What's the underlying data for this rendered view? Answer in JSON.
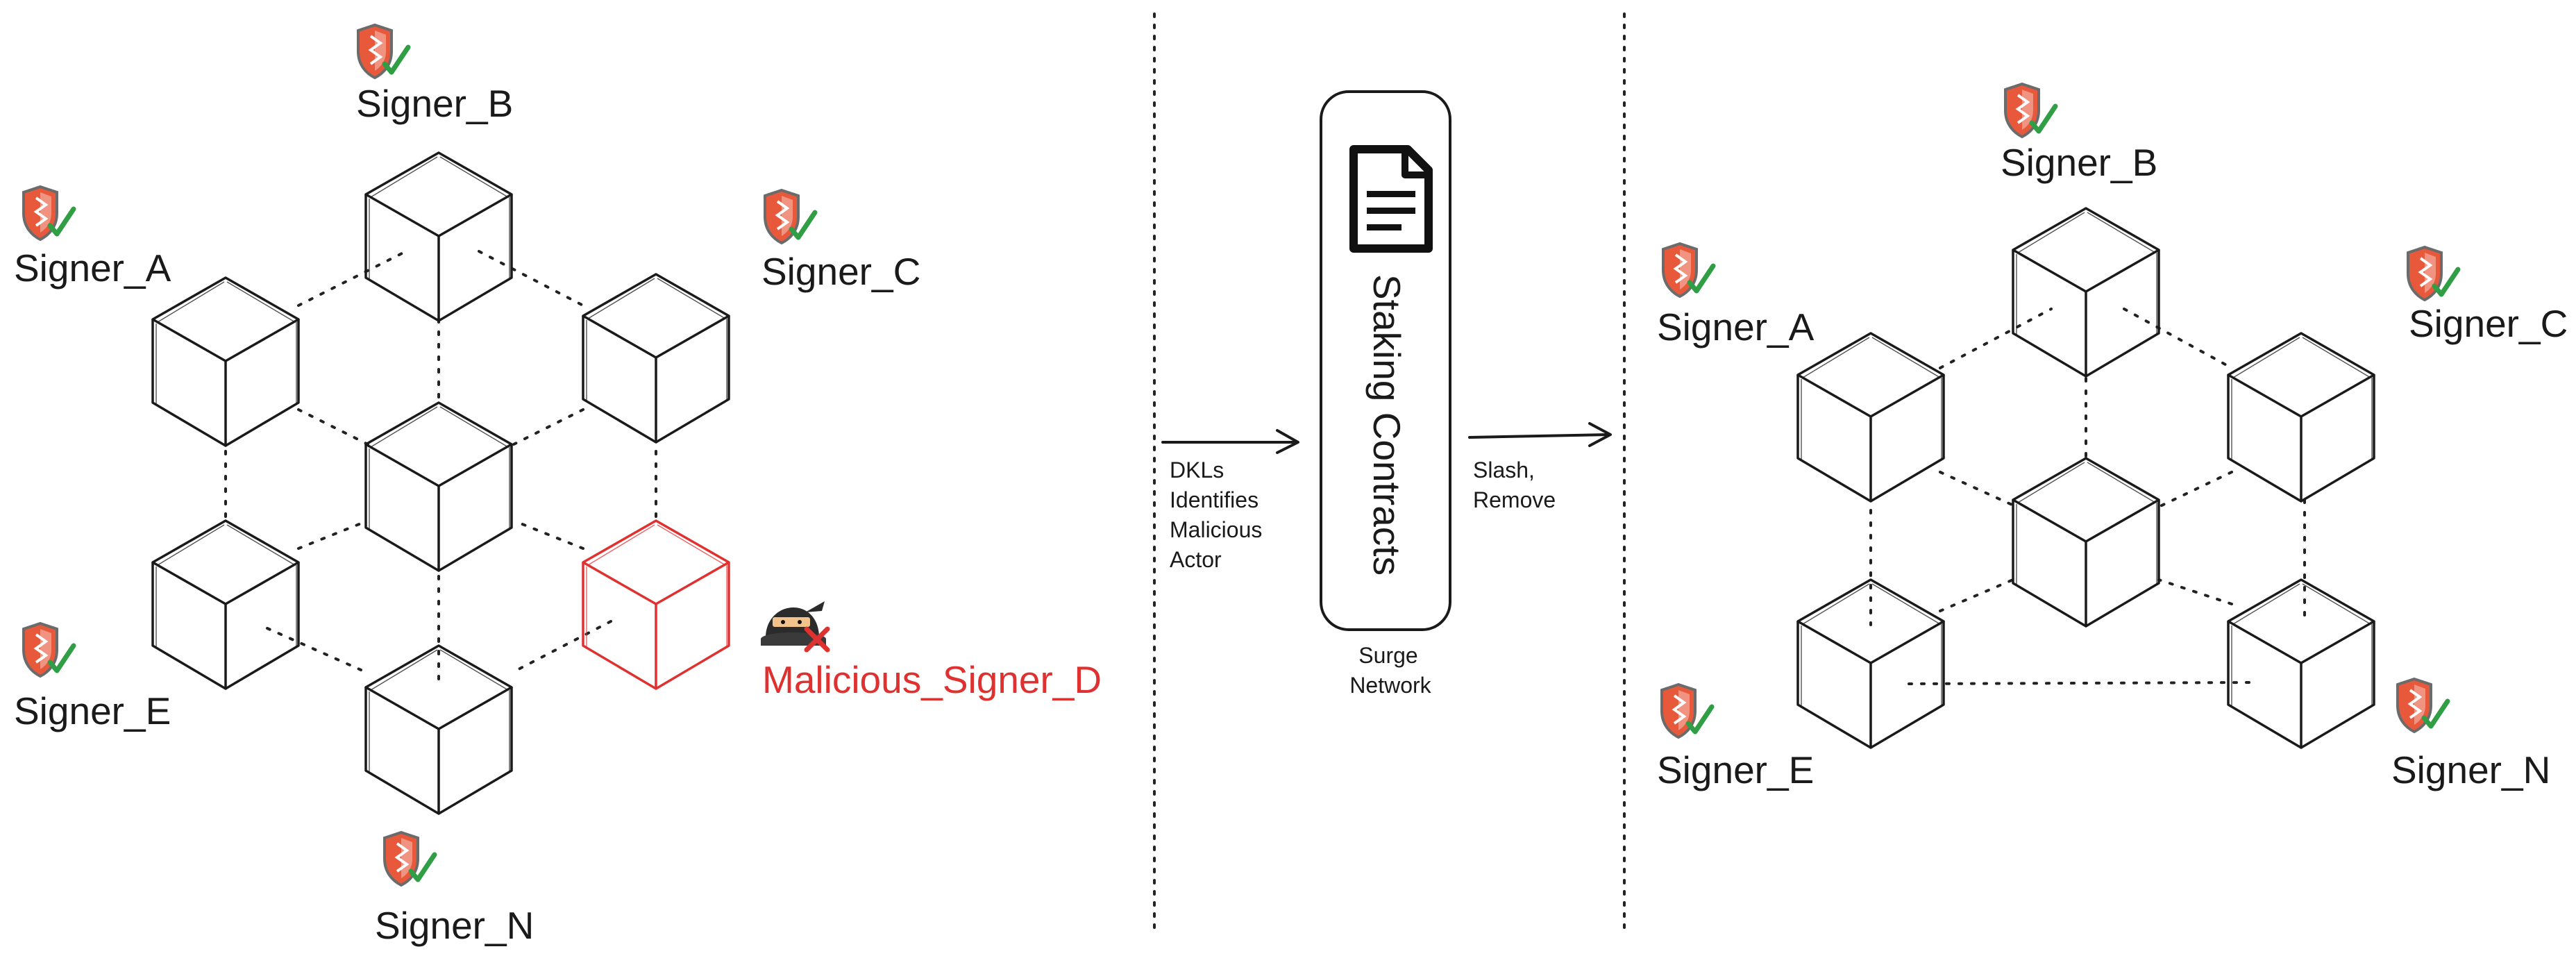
{
  "left_network": {
    "signers": {
      "a": "Signer_A",
      "b": "Signer_B",
      "c": "Signer_C",
      "e": "Signer_E",
      "n": "Signer_N"
    },
    "malicious": "Malicious_Signer_D"
  },
  "flow": {
    "step1_lines": [
      "DKLs",
      "Identifies",
      "Malicious",
      "Actor"
    ],
    "contract_title": "Staking Contracts",
    "contract_caption_lines": [
      "Surge",
      "Network"
    ],
    "step2_lines": [
      "Slash,",
      "Remove"
    ]
  },
  "right_network": {
    "signers": {
      "a": "Signer_A",
      "b": "Signer_B",
      "c": "Signer_C",
      "e": "Signer_E",
      "n": "Signer_N"
    }
  },
  "colors": {
    "ink": "#1a1a1a",
    "malicious": "#e03131",
    "shield": "#e8593c",
    "check": "#2f9e44"
  },
  "icons": {
    "honest": "shield-check-icon",
    "malicious": "ninja-icon",
    "contract": "document-icon"
  }
}
